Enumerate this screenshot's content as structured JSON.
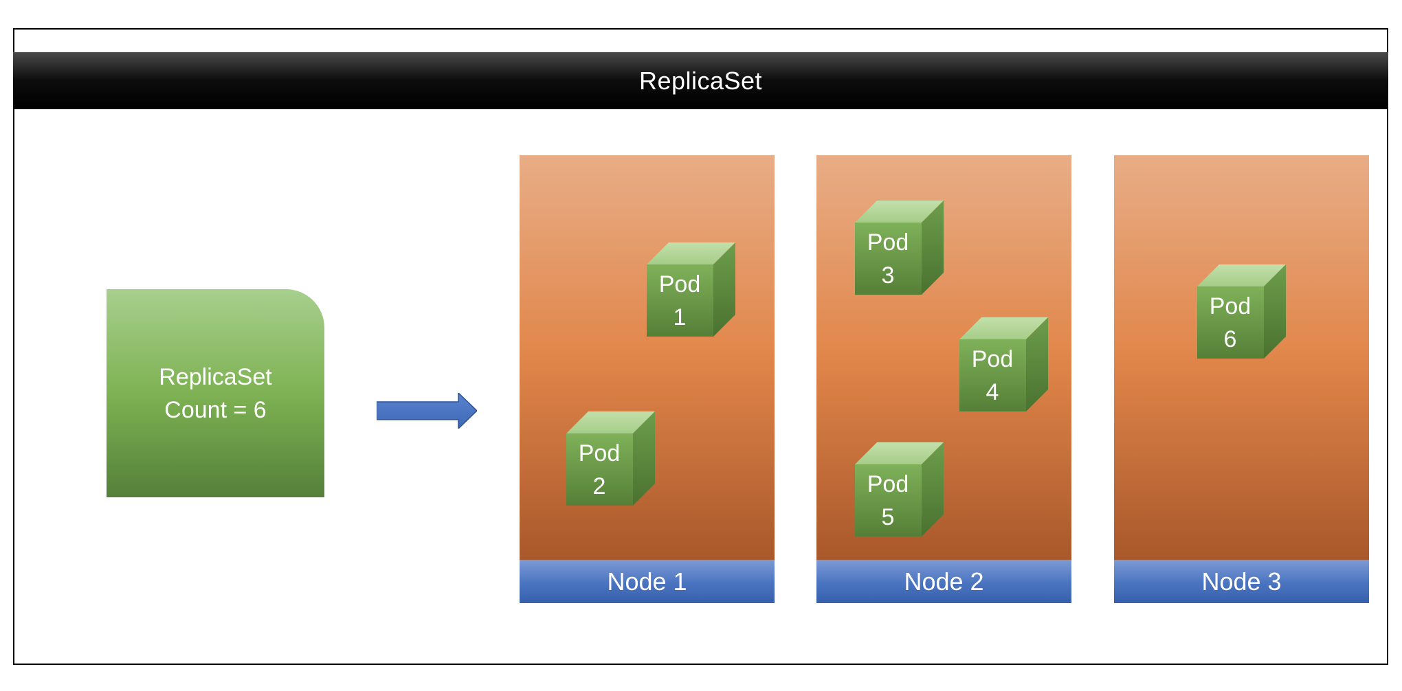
{
  "header": {
    "title": "ReplicaSet"
  },
  "replicaset_box": {
    "line1": "ReplicaSet",
    "line2": "Count = 6"
  },
  "nodes": [
    {
      "label": "Node 1",
      "pods": [
        {
          "word": "Pod",
          "number": "1"
        },
        {
          "word": "Pod",
          "number": "2"
        }
      ]
    },
    {
      "label": "Node 2",
      "pods": [
        {
          "word": "Pod",
          "number": "3"
        },
        {
          "word": "Pod",
          "number": "4"
        },
        {
          "word": "Pod",
          "number": "5"
        }
      ]
    },
    {
      "label": "Node 3",
      "pods": [
        {
          "word": "Pod",
          "number": "6"
        }
      ]
    }
  ],
  "colors": {
    "title_bar": "#000000",
    "replicaset_green": "#7eb253",
    "node_orange": "#e1864a",
    "node_label_blue": "#4a74c0",
    "arrow_blue": "#4472c4",
    "pod_front": "#6e9f47",
    "pod_top": "#b4d79a",
    "pod_side": "#5b8c3b"
  },
  "icons": {
    "arrow": "right-arrow-icon",
    "pod": "cube-icon"
  }
}
